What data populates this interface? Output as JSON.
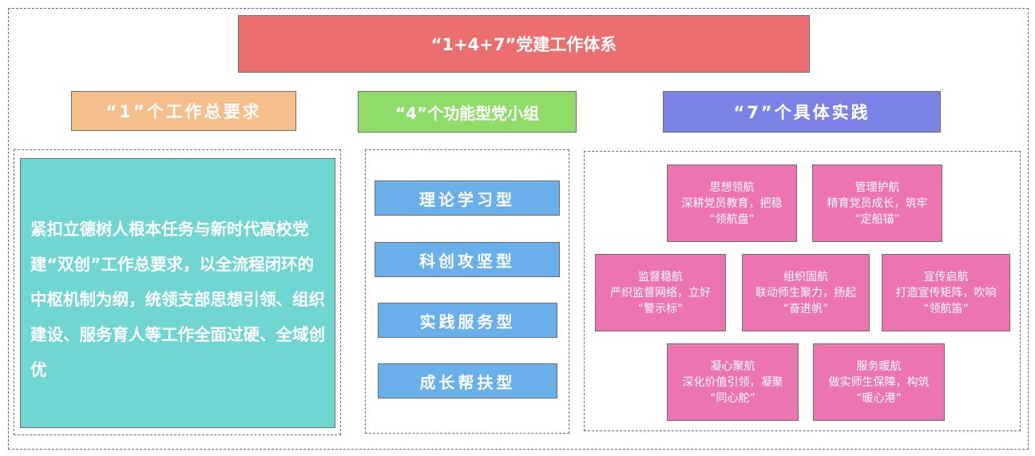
{
  "title": "“1+4+7”党建工作体系",
  "headers": {
    "one": "“1”个工作总要求",
    "four": "“4”个功能型党小组",
    "seven": "“7”个具体实践"
  },
  "requirement": "紧扣立德树人根本任务与新时代高校党建“双创”工作总要求，以全流程闭环的中枢机制为纲，统领支部思想引领、组织建设、服务育人等工作全面过硬、全域创优",
  "groups": [
    "理论学习型",
    "科创攻坚型",
    "实践服务型",
    "成长帮扶型"
  ],
  "practices": [
    {
      "name": "思想领航",
      "line1": "深耕党员教育，把稳",
      "line2": "“领航盘”"
    },
    {
      "name": "管理护航",
      "line1": "精育党员成长，筑牢",
      "line2": "“定船锚”"
    },
    {
      "name": "监督稳航",
      "line1": "严织监督网络，立好",
      "line2": "“警示标”"
    },
    {
      "name": "组织固航",
      "line1": "联动师生聚力，扬起",
      "line2": "“奋进帆”"
    },
    {
      "name": "宣传启航",
      "line1": "打造宣传矩阵，吹响",
      "line2": "“领航笛”"
    },
    {
      "name": "凝心聚航",
      "line1": "深化价值引领，凝聚",
      "line2": "“同心舵”"
    },
    {
      "name": "服务暖航",
      "line1": "做实师生保障，构筑",
      "line2": "“暖心港”"
    }
  ],
  "colors": {
    "title": "#ec6e6e",
    "one_header": "#f4bf8a",
    "four_header": "#8fdc6a",
    "seven_header": "#7b82e6",
    "requirement": "#6fd6d2",
    "groups": "#69afea",
    "practices": "#ec74b1"
  }
}
